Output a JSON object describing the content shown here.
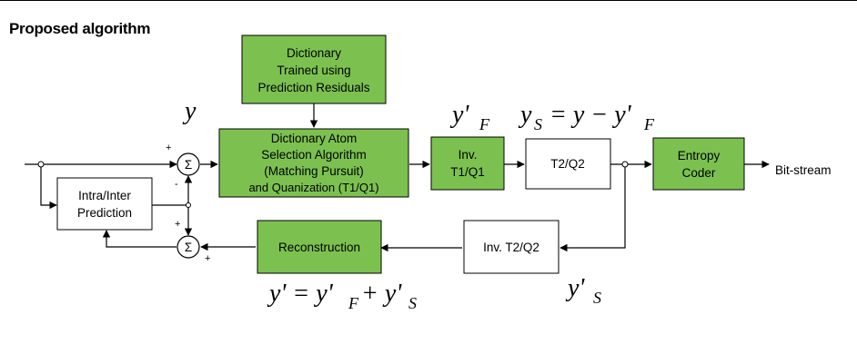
{
  "title": "Proposed algorithm",
  "blocks": {
    "dictionary": [
      "Dictionary",
      "Trained using",
      "Prediction Residuals"
    ],
    "atom_selection": [
      "Dictionary Atom",
      "Selection Algorithm",
      "(Matching Pursuit)",
      "and Quanization (T1/Q1)"
    ],
    "inv_t1q1": [
      "Inv.",
      "T1/Q1"
    ],
    "t2q2": "T2/Q2",
    "entropy": [
      "Entropy",
      "Coder"
    ],
    "prediction": [
      "Intra/Inter",
      "Prediction"
    ],
    "reconstruction": "Reconstruction",
    "inv_t2q2": "Inv.  T2/Q2"
  },
  "output_label": "Bit-stream",
  "sum_symbol": "Σ",
  "signs": {
    "top_plus": "+",
    "top_minus": "-",
    "bottom_plus_top": "+",
    "bottom_plus_right": "+"
  },
  "math": {
    "y": "y",
    "yF": "y'",
    "yF_sub": "F",
    "ys_eq_y": "y",
    "ys_eq_sub": "S",
    "ys_eq_rest": "= y − y'",
    "ys_eq_sub2": "F",
    "recon_eq": "y' = y'",
    "recon_eq_sub1": "F",
    "recon_eq_plus": "+ y'",
    "recon_eq_sub2": "S",
    "yS": "y'",
    "yS_sub": "S"
  },
  "colors": {
    "green_fill": "#7cc150",
    "box_stroke": "#000000",
    "white_fill": "#ffffff"
  }
}
